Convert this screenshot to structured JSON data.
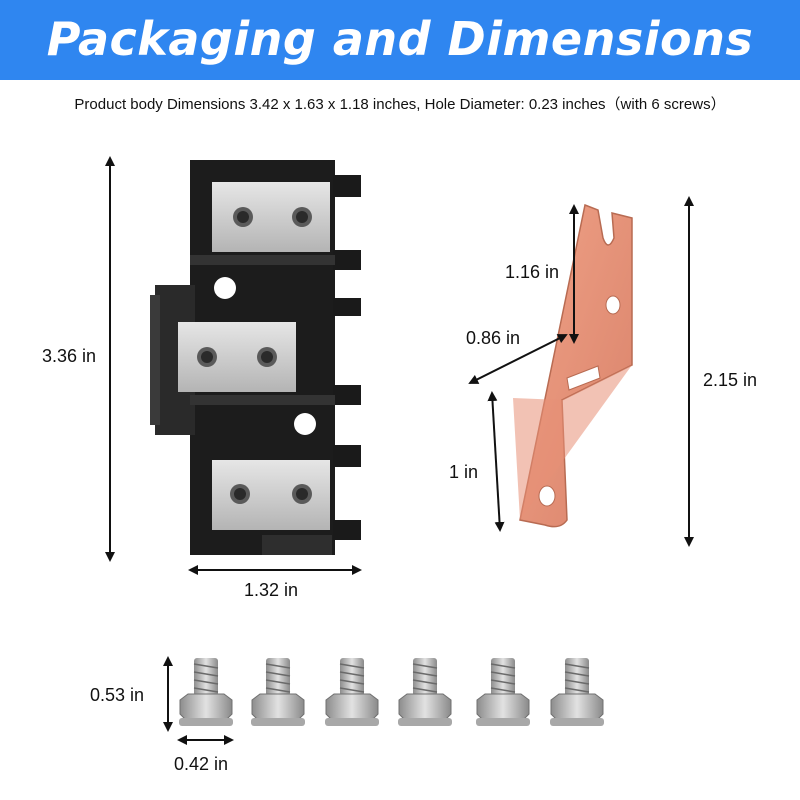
{
  "header": {
    "title": "Packaging and Dimensions",
    "banner_color": "#2f86f0"
  },
  "subtitle": "Product body Dimensions 3.42 x 1.63 x 1.18 inches, Hole Diameter: 0.23 inches（with 6 screws）",
  "dimensions": {
    "block_height": "3.36 in",
    "block_width": "1.32 in",
    "strap_top": "1.16 in",
    "strap_offset": "0.86 in",
    "strap_height": "2.15 in",
    "strap_bottom": "1 in",
    "screw_height": "0.53 in",
    "screw_width": "0.42 in"
  },
  "colors": {
    "copper": "#e8957a",
    "plastic": "#1c1c1c",
    "metal": "#c9c9c9"
  }
}
